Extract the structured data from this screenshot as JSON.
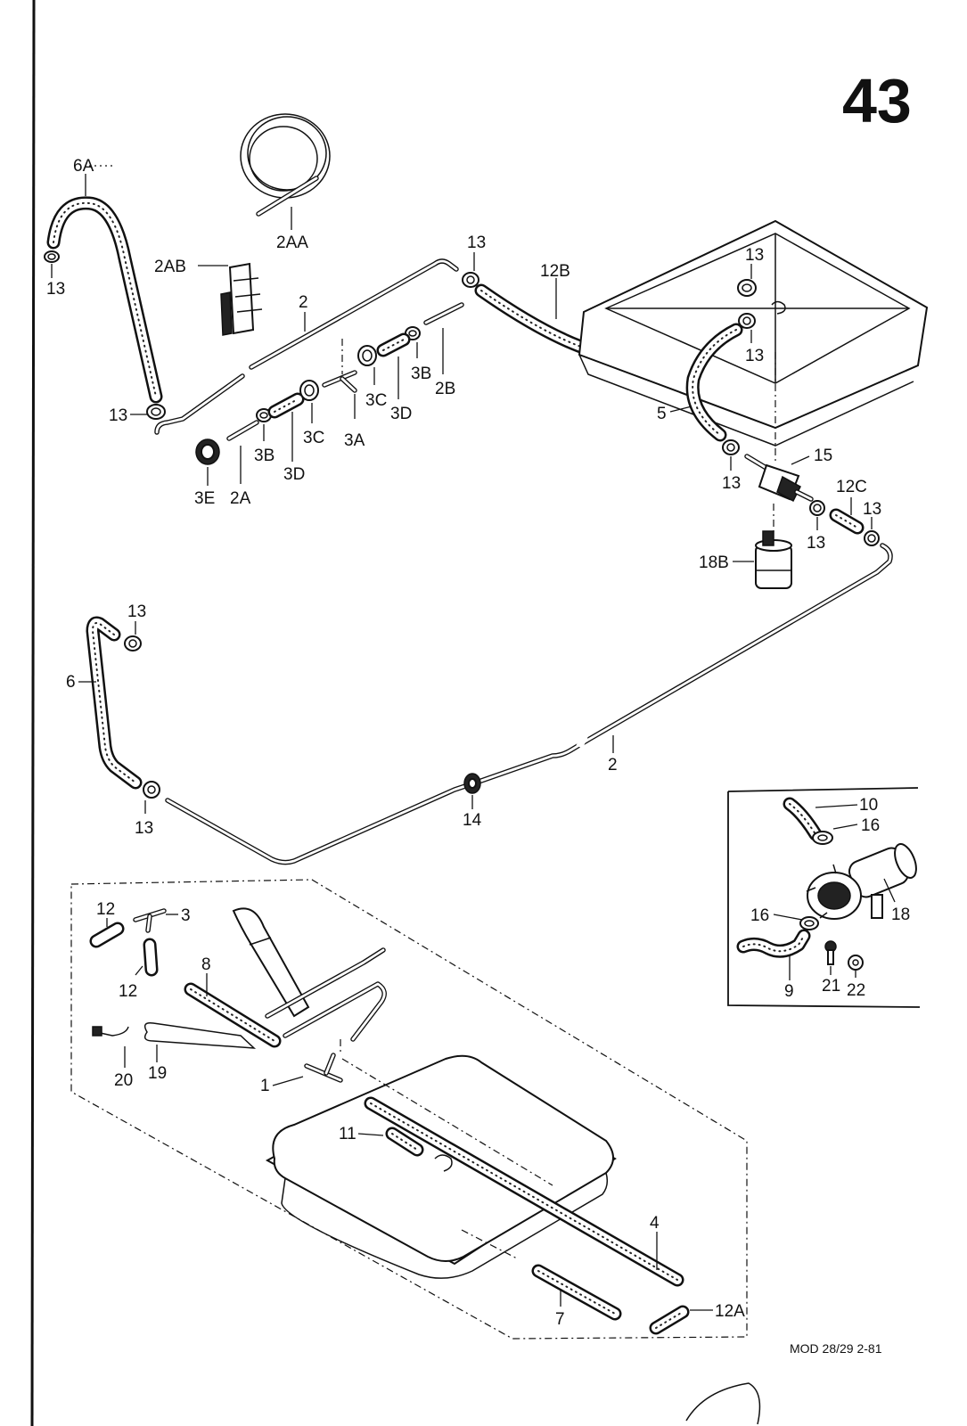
{
  "page_number": "43",
  "footer_code": "MOD 28/29 2-81",
  "callouts": {
    "c_6A": "6A",
    "c_13": "13",
    "c_2AA": "2AA",
    "c_2AB": "2AB",
    "c_2": "2",
    "c_12B": "12B",
    "c_2B": "2B",
    "c_3B": "3B",
    "c_3D": "3D",
    "c_3C": "3C",
    "c_3A": "3A",
    "c_3E": "3E",
    "c_2A": "2A",
    "c_5": "5",
    "c_15": "15",
    "c_12C": "12C",
    "c_18B": "18B",
    "c_6": "6",
    "c_14": "14",
    "c_10": "10",
    "c_16": "16",
    "c_18": "18",
    "c_9": "9",
    "c_21": "21",
    "c_22": "22",
    "c_12": "12",
    "c_3": "3",
    "c_8": "8",
    "c_20": "20",
    "c_19": "19",
    "c_1": "1",
    "c_11": "11",
    "c_4": "4",
    "c_7": "7",
    "c_12A": "12A"
  }
}
